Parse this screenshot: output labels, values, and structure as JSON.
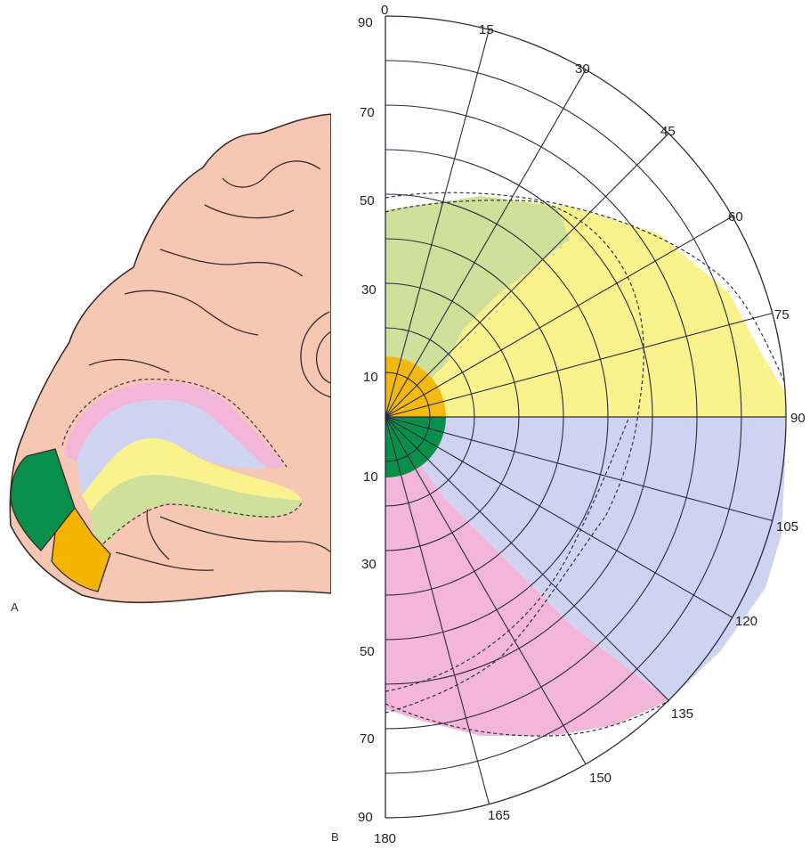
{
  "panels": {
    "a": "A",
    "b": "B"
  },
  "eccentricity_labels_upper": [
    "90",
    "70",
    "50",
    "30",
    "10"
  ],
  "eccentricity_labels_lower": [
    "10",
    "30",
    "50",
    "70",
    "90"
  ],
  "meridian_labels": [
    "0",
    "15",
    "30",
    "45",
    "60",
    "75",
    "90",
    "105",
    "120",
    "135",
    "150",
    "165",
    "180"
  ],
  "colors": {
    "macula": "#0a8f4a",
    "peripheral_orange": "#f4b400",
    "upper_inner": "#cfe09b",
    "upper_outer": "#faf28c",
    "lower_outer": "#cfd3f2",
    "lower_inner": "#f3b5d8",
    "brain": "#f6c8b4"
  }
}
